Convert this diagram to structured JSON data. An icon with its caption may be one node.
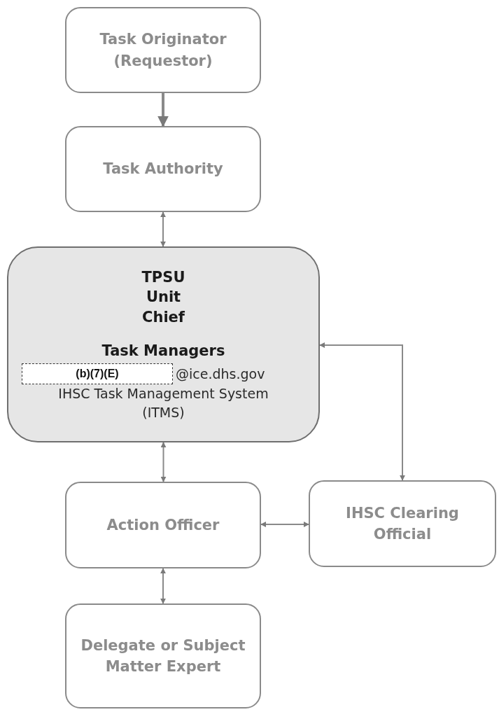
{
  "diagram": {
    "nodes": [
      {
        "text": [
          "Task Originator (Requestor)"
        ]
      },
      {
        "text": [
          "Task Authority"
        ]
      },
      {
        "text": [
          "TPSU Unit Chief",
          "Task Managers",
          "@ice.dhs.gov",
          "IHSC Task Management System (ITMS)"
        ]
      },
      {
        "text": [
          "(b)(7)(E)"
        ],
        "in": 2
      },
      {
        "text": [
          "Action Officer"
        ]
      },
      {
        "text": [
          "IHSC Clearing Official"
        ]
      },
      {
        "text": [
          "Delegate or Subject Matter Expert"
        ]
      }
    ],
    "edges": [
      {
        "from": 0,
        "to": 1,
        "arrow": "to",
        "style": "thick"
      },
      {
        "from": 1,
        "to": 2,
        "arrow": "both"
      },
      {
        "from": 2,
        "to": 4,
        "arrow": "both"
      },
      {
        "from": 2,
        "to": 5,
        "arrow": "both"
      },
      {
        "from": 4,
        "to": 5,
        "arrow": "both"
      },
      {
        "from": 4,
        "to": 6,
        "arrow": "both"
      }
    ]
  }
}
